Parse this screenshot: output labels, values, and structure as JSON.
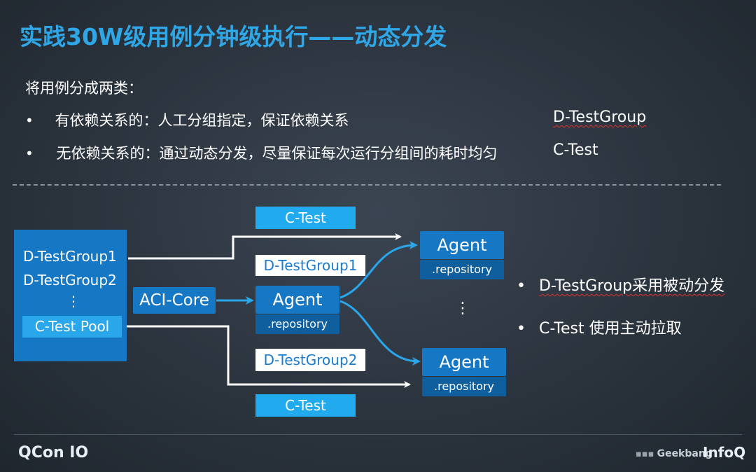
{
  "title": "实践30W级用例分钟级执行——动态分发",
  "intro": "将用例分成两类：",
  "bullets": [
    {
      "dot": "•",
      "text": "有依赖关系的：人工分组指定，保证依赖关系",
      "tag": "D-TestGroup"
    },
    {
      "dot": "•",
      "text": "无依赖关系的：通过动态分发，尽量保证每次运行分组间的耗时均匀",
      "tag": "C-Test"
    }
  ],
  "diagram": {
    "source": {
      "items": [
        "D-TestGroup1",
        "D-TestGroup2",
        "⋮"
      ],
      "pool": "C-Test Pool"
    },
    "core": "ACI-Core",
    "labels": {
      "ctest_top": "C-Test",
      "ctest_bottom": "C-Test",
      "dgroup1": "D-TestGroup1",
      "dgroup2": "D-TestGroup2"
    },
    "agents": {
      "center": {
        "name": "Agent",
        "sub": ".repository"
      },
      "top": {
        "name": "Agent",
        "sub": ".repository"
      },
      "bottom": {
        "name": "Agent",
        "sub": ".repository"
      }
    },
    "agents_ellipsis": "⋮",
    "notes": [
      {
        "dot": "•",
        "text": "D-TestGroup采用被动分发"
      },
      {
        "dot": "•",
        "text": "C-Test 使用主动拉取"
      }
    ]
  },
  "footer": {
    "left_logo": "QCon IO",
    "geek_logo": "Geekbang",
    "right_logo": "InfoQ"
  },
  "colors": {
    "title": "#2fa7e6",
    "box_blue": "#1677c4",
    "label_cyan": "#22aaee",
    "arrow": "#2aa6ea"
  }
}
